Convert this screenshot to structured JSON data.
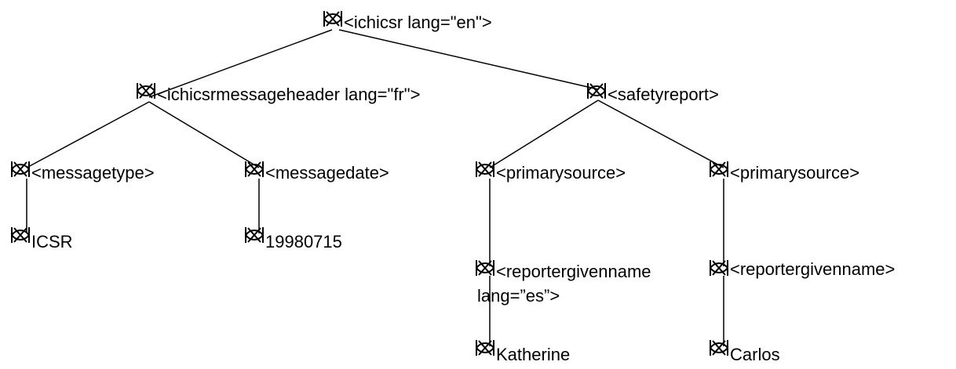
{
  "diagram": {
    "nodes": {
      "root": {
        "label": "<ichicsr lang=\"en\">",
        "icon": "xml-element-icon"
      },
      "header": {
        "label": "<ichicsrmessageheader  lang=\"fr\">",
        "icon": "xml-element-icon"
      },
      "safetyreport": {
        "label": "<safetyreport>",
        "icon": "xml-element-icon"
      },
      "messagetype": {
        "label": "<messagetype>",
        "icon": "xml-element-icon"
      },
      "messagedate": {
        "label": "<messagedate>",
        "icon": "xml-element-icon"
      },
      "primarysource1": {
        "label": "<primarysource>",
        "icon": "xml-element-icon"
      },
      "primarysource2": {
        "label": "<primarysource>",
        "icon": "xml-element-icon"
      },
      "icsr": {
        "label": "ICSR",
        "icon": "xml-element-icon"
      },
      "date_value": {
        "label": "19980715",
        "icon": "xml-element-icon"
      },
      "reportergivenname1": {
        "label": "<reportergivenname",
        "label_line2": "lang=”es”>",
        "icon": "xml-element-icon"
      },
      "reportergivenname2": {
        "label": "<reportergivenname>",
        "icon": "xml-element-icon"
      },
      "katherine": {
        "label": "Katherine",
        "icon": "xml-element-icon"
      },
      "carlos": {
        "label": "Carlos",
        "icon": "xml-element-icon"
      }
    }
  }
}
